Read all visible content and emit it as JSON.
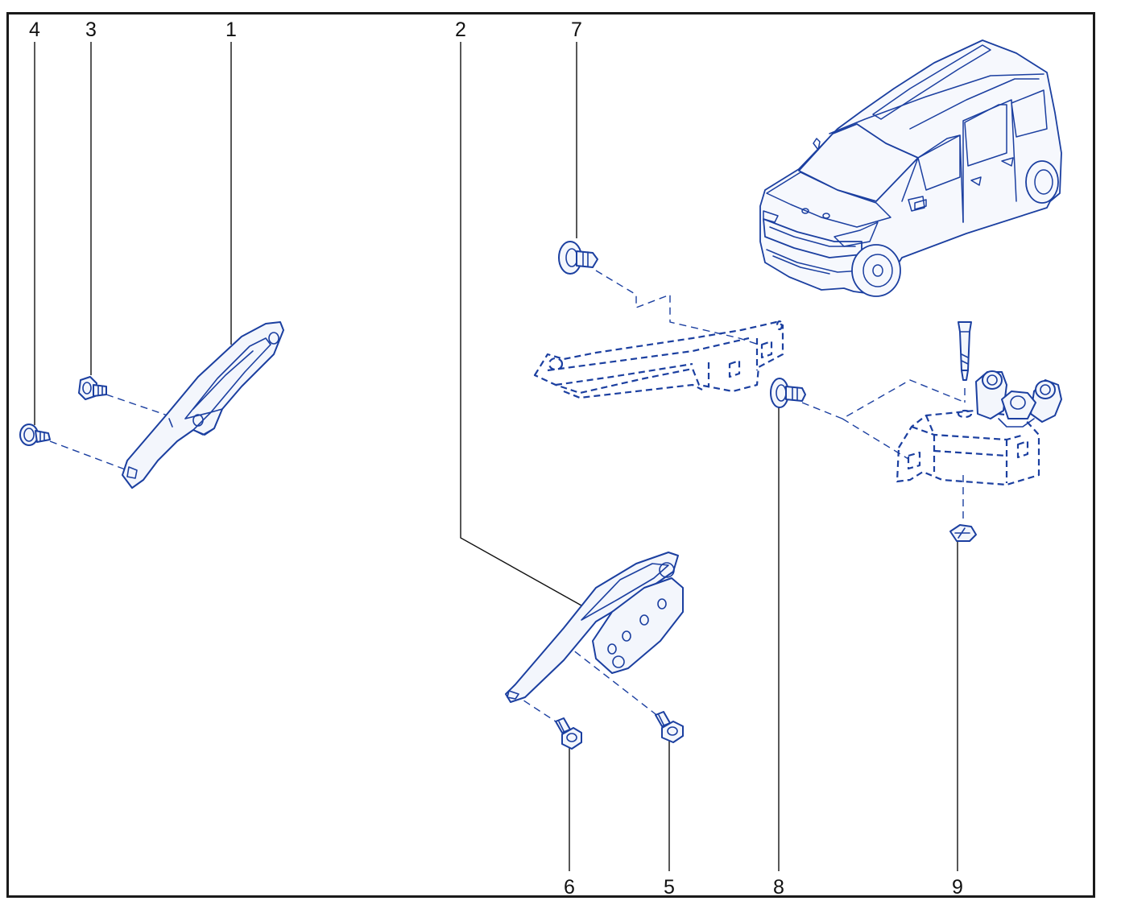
{
  "colors": {
    "part_stroke": "#1b3fa0",
    "label": "#111111",
    "frame": "#1a1a1a"
  },
  "callouts": [
    {
      "id": "1",
      "text": "1"
    },
    {
      "id": "2",
      "text": "2"
    },
    {
      "id": "3",
      "text": "3"
    },
    {
      "id": "4",
      "text": "4"
    },
    {
      "id": "5",
      "text": "5"
    },
    {
      "id": "6",
      "text": "6"
    },
    {
      "id": "7",
      "text": "7"
    },
    {
      "id": "8",
      "text": "8"
    },
    {
      "id": "9",
      "text": "9"
    }
  ]
}
